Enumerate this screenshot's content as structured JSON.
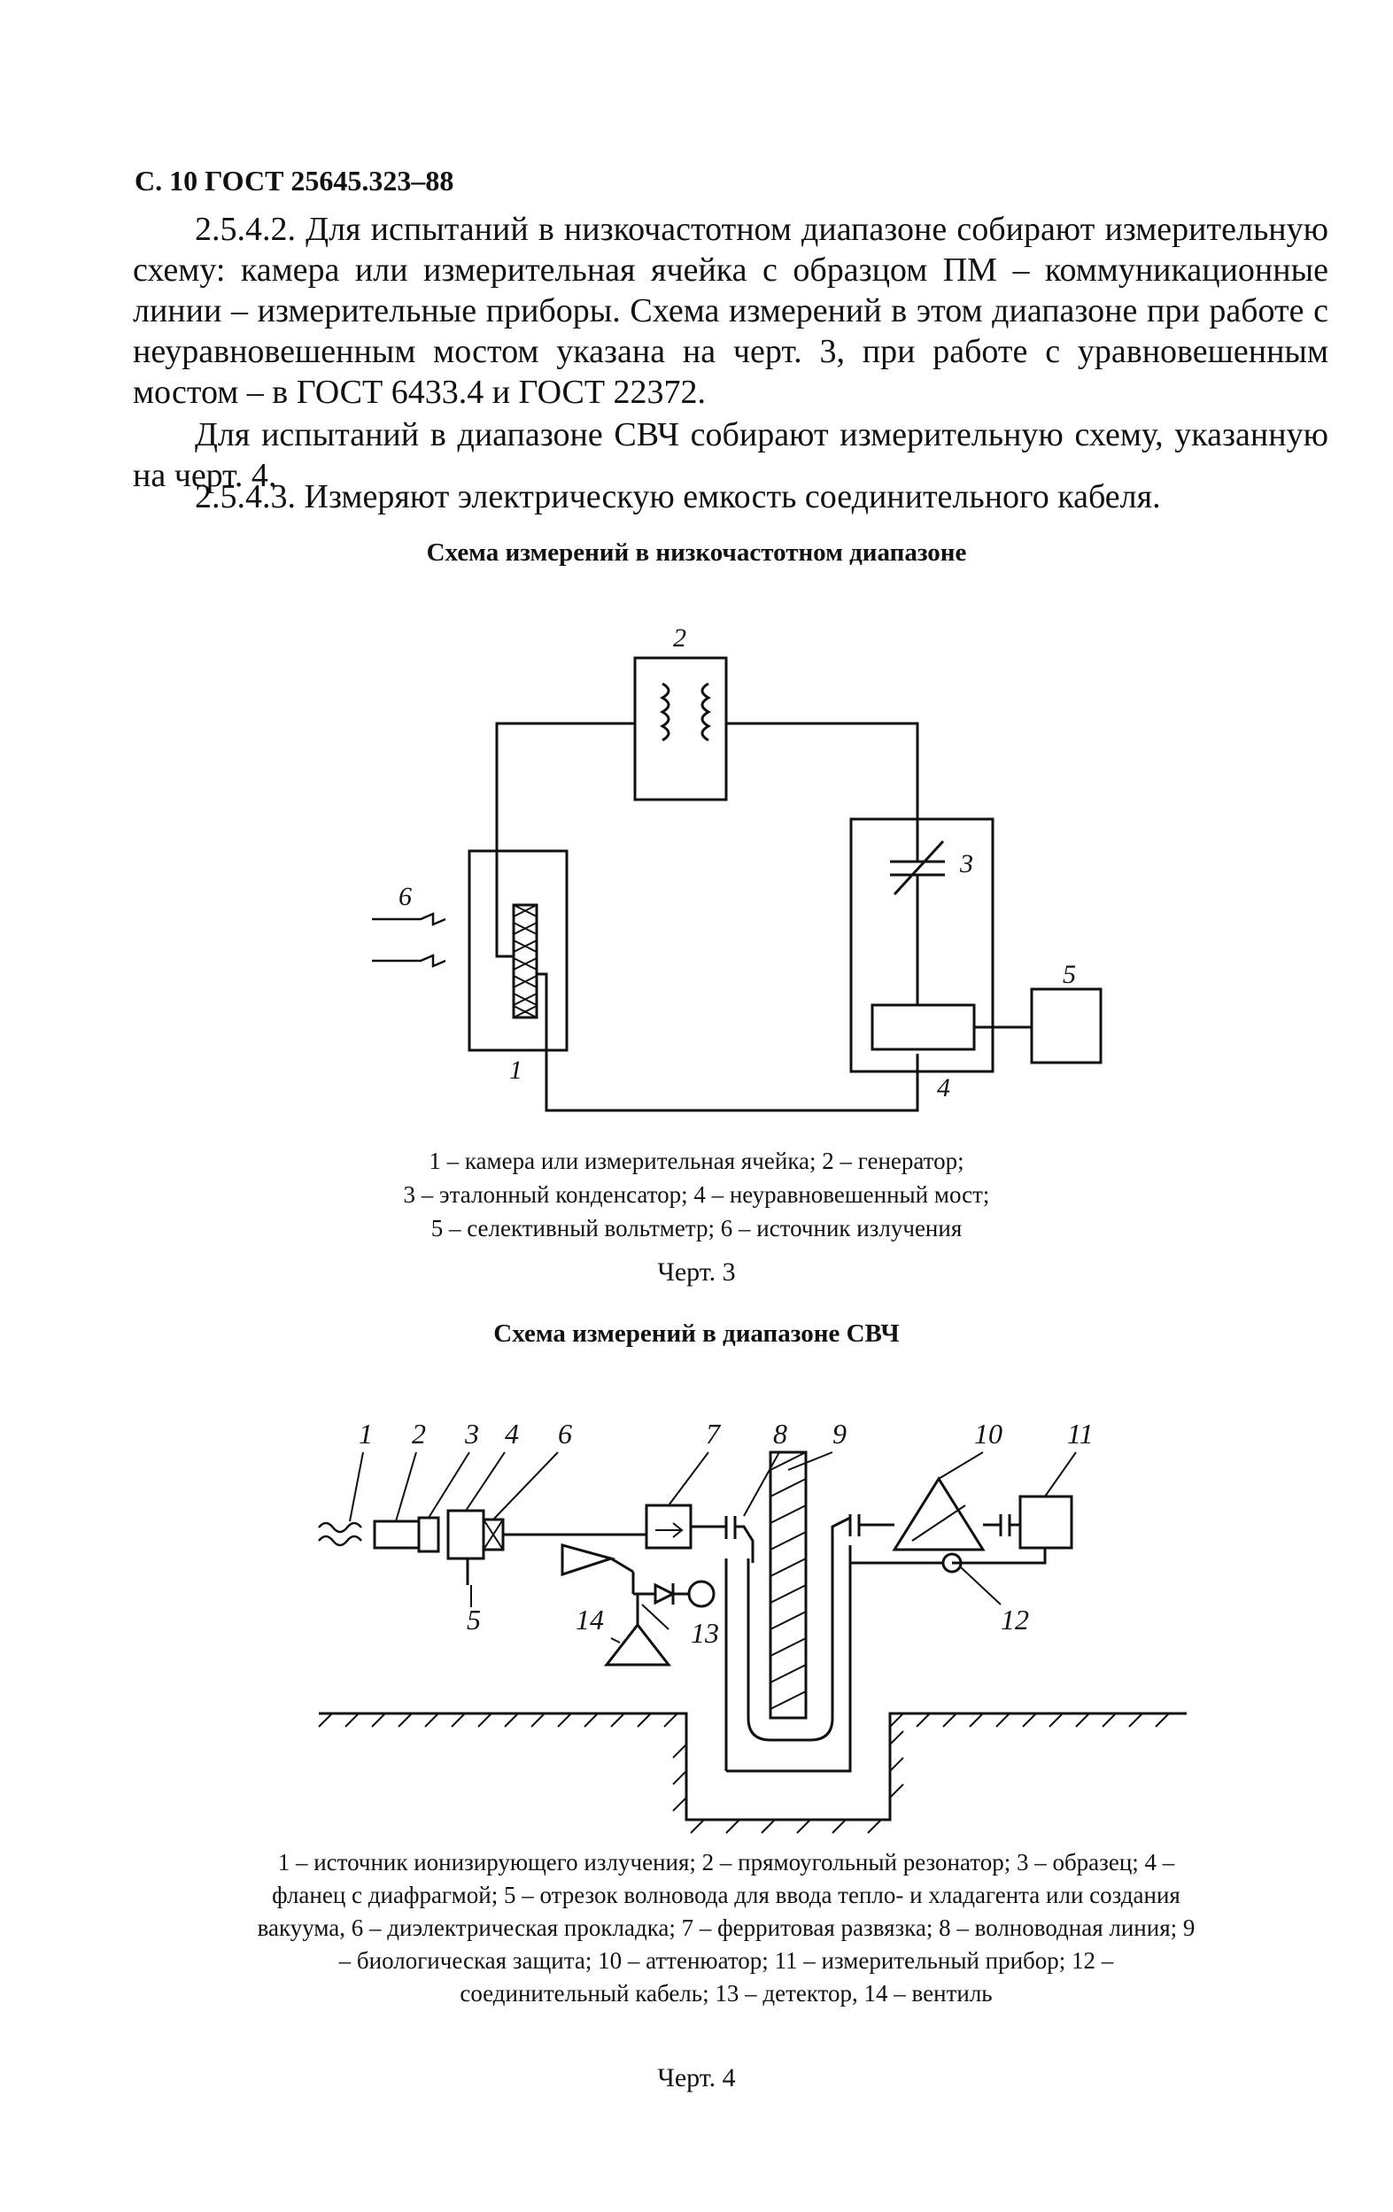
{
  "header": "С. 10 ГОСТ 25645.323–88",
  "paragraphs": [
    "2.5.4.2. Для испытаний в низкочастотном диапазоне собирают измерительную схему: камера или измерительная ячейка с образцом ПМ – коммуникационные линии – измерительные приборы. Схема измерений в этом диапазоне при работе с неуравновешенным мостом указана на черт. 3, при работе с уравновешенным мостом – в ГОСТ 6433.4 и ГОСТ 22372.",
    "Для испытаний в диапазоне СВЧ собирают измерительную схему, указанную на черт. 4.",
    "2.5.4.3. Измеряют электрическую емкость соединительного кабеля."
  ],
  "figure3": {
    "title": "Схема измерений в низкочастотном диапазоне",
    "labels": [
      "1",
      "2",
      "3",
      "4",
      "5",
      "6"
    ],
    "legend_lines": [
      "1 – камера или измерительная ячейка; 2 – генератор;",
      "3 – эталонный конденсатор; 4 – неуравновешенный мост;",
      "5 – селективный вольтметр; 6 – источник излучения"
    ],
    "caption": "Черт. 3"
  },
  "figure4": {
    "title": "Схема измерений в диапазоне СВЧ",
    "labels": [
      "1",
      "2",
      "3",
      "4",
      "5",
      "6",
      "7",
      "8",
      "9",
      "10",
      "11",
      "12",
      "13",
      "14"
    ],
    "legend": "1 – источник ионизирующего излучения; 2 – прямоугольный резонатор; 3 – образец; 4 – фланец с диафрагмой; 5 – отрезок волновода для ввода тепло- и хладагента или создания вакуума, 6 – диэлектрическая прокладка; 7 – ферритовая развязка; 8 – волноводная линия; 9 – биологическая защита; 10 – аттенюатор; 11 – измерительный прибор; 12 – соединительный кабель; 13 – детектор, 14 – вентиль",
    "caption": "Черт. 4"
  }
}
